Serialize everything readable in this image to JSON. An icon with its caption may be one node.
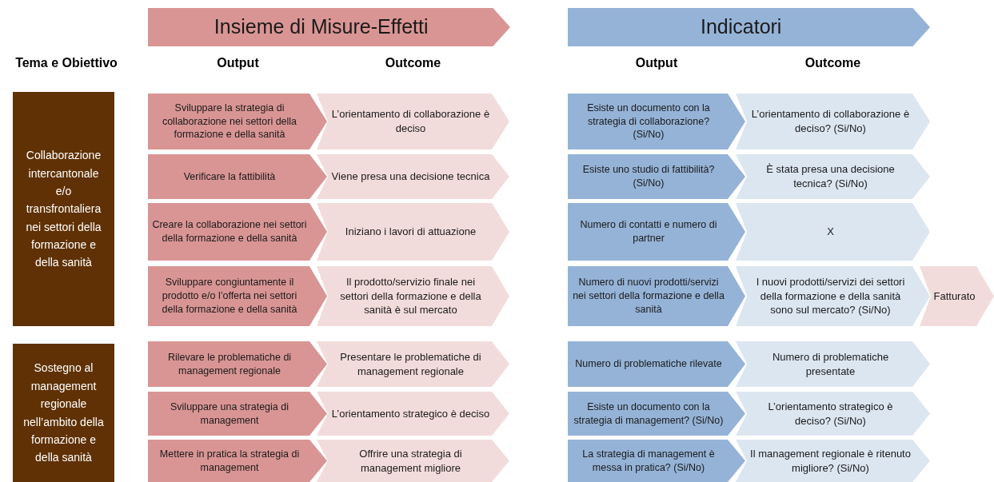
{
  "diagram": {
    "nodes": [
      {
        "text": [
          "Insieme di Misure-Effetti"
        ]
      },
      {
        "text": [
          "Indicatori"
        ]
      },
      {
        "text": [
          "Collaborazione intercantonale e/o transfrontaliera nei settori della formazione e della sanità"
        ]
      },
      {
        "text": [
          "Sviluppare la strategia di collaborazione nei settori della formazione e della sanità"
        ]
      },
      {
        "text": [
          "L’orientamento di collaborazione è deciso"
        ]
      },
      {
        "text": [
          "Esiste un documento con la strategia di collaborazione? (Si/No)"
        ]
      },
      {
        "text": [
          "L’orientamento di collaborazione è deciso? (Si/No)"
        ]
      },
      {
        "text": [
          "Verificare la fattibilità"
        ]
      },
      {
        "text": [
          "Viene presa una decisione tecnica"
        ]
      },
      {
        "text": [
          "Esiste uno studio di fattibilità? (Si/No)"
        ]
      },
      {
        "text": [
          "È stata presa una decisione tecnica? (Si/No)"
        ]
      },
      {
        "text": [
          "Creare la collaborazione nei settori della formazione e della sanità"
        ]
      },
      {
        "text": [
          "Iniziano i lavori di attuazione"
        ]
      },
      {
        "text": [
          "Numero di contatti e numero di partner"
        ]
      },
      {
        "text": [
          "X"
        ]
      },
      {
        "text": [
          "Sviluppare congiuntamente il prodotto e/o l’offerta nei settori della formazione e della sanità"
        ]
      },
      {
        "text": [
          "Il prodotto/servizio finale nei settori della formazione e della sanità è sul mercato"
        ]
      },
      {
        "text": [
          "Numero di nuovi prodotti/servizi nei settori della formazione e della sanità"
        ]
      },
      {
        "text": [
          "I nuovi prodotti/servizi dei settori della formazione e della sanità sono sul mercato? (Si/No)"
        ]
      },
      {
        "text": [
          "Fatturato"
        ]
      },
      {
        "text": [
          "Sostegno al management regionale nell’ambito della formazione e della sanità"
        ]
      },
      {
        "text": [
          "Rilevare le problematiche di management regionale"
        ]
      },
      {
        "text": [
          "Presentare le problematiche di management regionale"
        ]
      },
      {
        "text": [
          "Numero di problematiche rilevate"
        ]
      },
      {
        "text": [
          "Numero di problematiche presentate"
        ]
      },
      {
        "text": [
          "Sviluppare una strategia di management"
        ]
      },
      {
        "text": [
          "L’orientamento strategico è deciso"
        ]
      },
      {
        "text": [
          "Esiste un documento con la strategia di management? (Si/No)"
        ]
      },
      {
        "text": [
          "L’orientamento strategico è deciso? (Si/No)"
        ]
      },
      {
        "text": [
          "Mettere in pratica la strategia di management"
        ]
      },
      {
        "text": [
          "Offrire una strategia di management migliore"
        ]
      },
      {
        "text": [
          "La strategia di management è messa in pratica? (Si/No)"
        ]
      },
      {
        "text": [
          "Il management regionale è ritenuto migliore? (Si/No)"
        ]
      }
    ],
    "labels": [
      "Tema e Obiettivo",
      "Output",
      "Outcome",
      "Output",
      "Outcome"
    ]
  }
}
